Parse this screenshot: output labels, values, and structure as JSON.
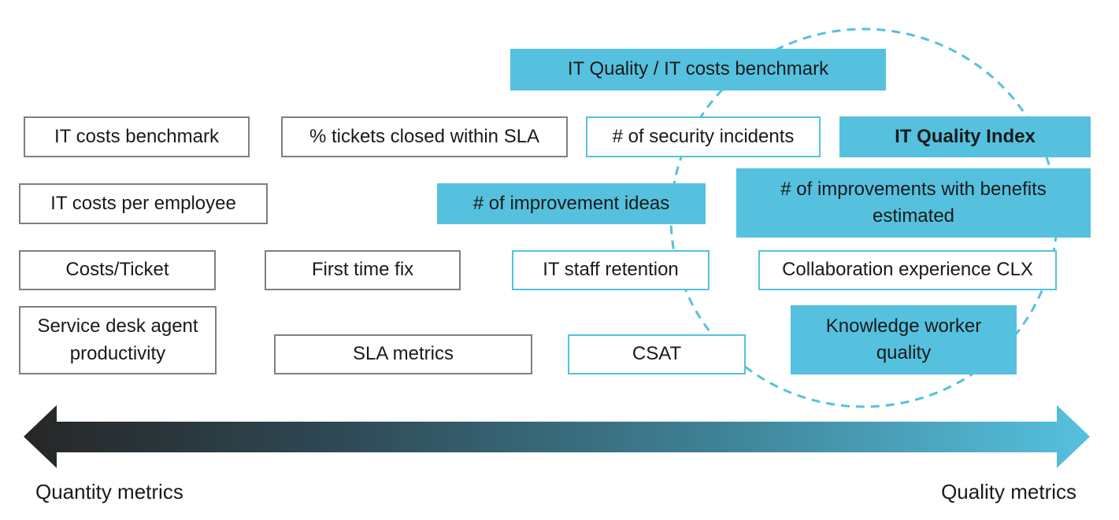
{
  "diagram": {
    "nodes": [
      {
        "id": "it-quality-it-costs-benchmark",
        "text": "IT Quality / IT costs benchmark",
        "style": "filled"
      },
      {
        "id": "it-costs-benchmark",
        "text": "IT costs benchmark",
        "style": "outline-gray"
      },
      {
        "id": "tickets-closed-within-sla",
        "text": "% tickets closed within SLA",
        "style": "outline-gray"
      },
      {
        "id": "security-incidents",
        "text": "# of security incidents",
        "style": "outline-blue"
      },
      {
        "id": "it-quality-index",
        "text": "IT Quality Index",
        "style": "filled-bold"
      },
      {
        "id": "it-costs-per-employee",
        "text": "IT costs per employee",
        "style": "outline-gray"
      },
      {
        "id": "improvement-ideas",
        "text": "# of improvement ideas",
        "style": "filled"
      },
      {
        "id": "improvements-with-benefits",
        "text": "# of improvements with benefits estimated",
        "style": "filled"
      },
      {
        "id": "costs-per-ticket",
        "text": "Costs/Ticket",
        "style": "outline-gray"
      },
      {
        "id": "first-time-fix",
        "text": "First time fix",
        "style": "outline-gray"
      },
      {
        "id": "it-staff-retention",
        "text": "IT staff retention",
        "style": "outline-blue"
      },
      {
        "id": "collaboration-experience",
        "text": "Collaboration experience CLX",
        "style": "outline-blue"
      },
      {
        "id": "service-desk-productivity",
        "text": "Service desk agent productivity",
        "style": "outline-gray"
      },
      {
        "id": "sla-metrics",
        "text": "SLA metrics",
        "style": "outline-gray"
      },
      {
        "id": "csat",
        "text": "CSAT",
        "style": "outline-blue"
      },
      {
        "id": "knowledge-worker-quality",
        "text": "Knowledge worker quality",
        "style": "filled"
      }
    ],
    "axis": {
      "left_label": "Quantity metrics",
      "right_label": "Quality metrics"
    }
  },
  "colors": {
    "accent": "#55c1de",
    "outline_gray": "#7f7f7f",
    "arrow_dark": "#262626",
    "arrow_light": "#55c1de"
  }
}
